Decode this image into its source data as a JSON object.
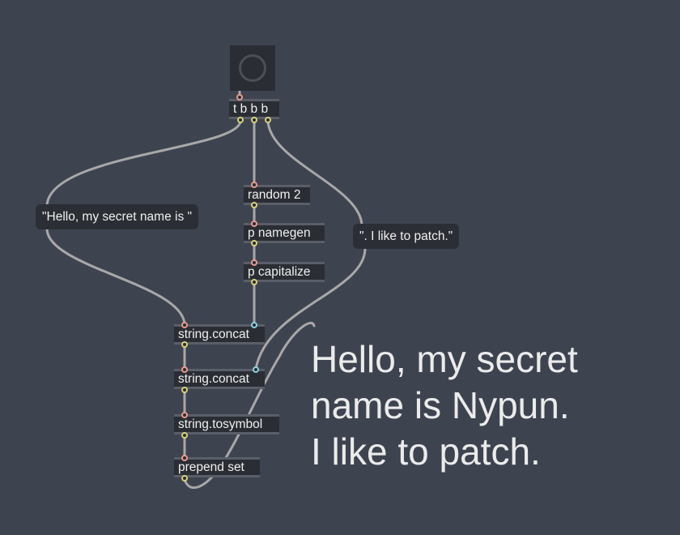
{
  "patcher": {
    "button": {
      "name": "bang-button"
    },
    "objects": {
      "trigger": "t b b b",
      "random": "random 2",
      "namegen": "p namegen",
      "capitalize": "p capitalize",
      "concat1": "string.concat",
      "concat2": "string.concat",
      "tosymbol": "string.tosymbol",
      "prepend": "prepend set"
    },
    "messages": {
      "hello": "\"Hello, my secret name is \"",
      "patch": "\". I like to patch.\""
    },
    "comment": {
      "line1": "Hello, my secret",
      "line2": "name is Nypun.",
      "line3": "I like to patch."
    },
    "colors": {
      "background": "#3e4350",
      "object_fill": "#2a2d33",
      "patch_cord": "#a8a8a8",
      "inlet": "#e89a8e",
      "outlet": "#d8d07a",
      "inlet_right": "#8ad0e0"
    }
  }
}
